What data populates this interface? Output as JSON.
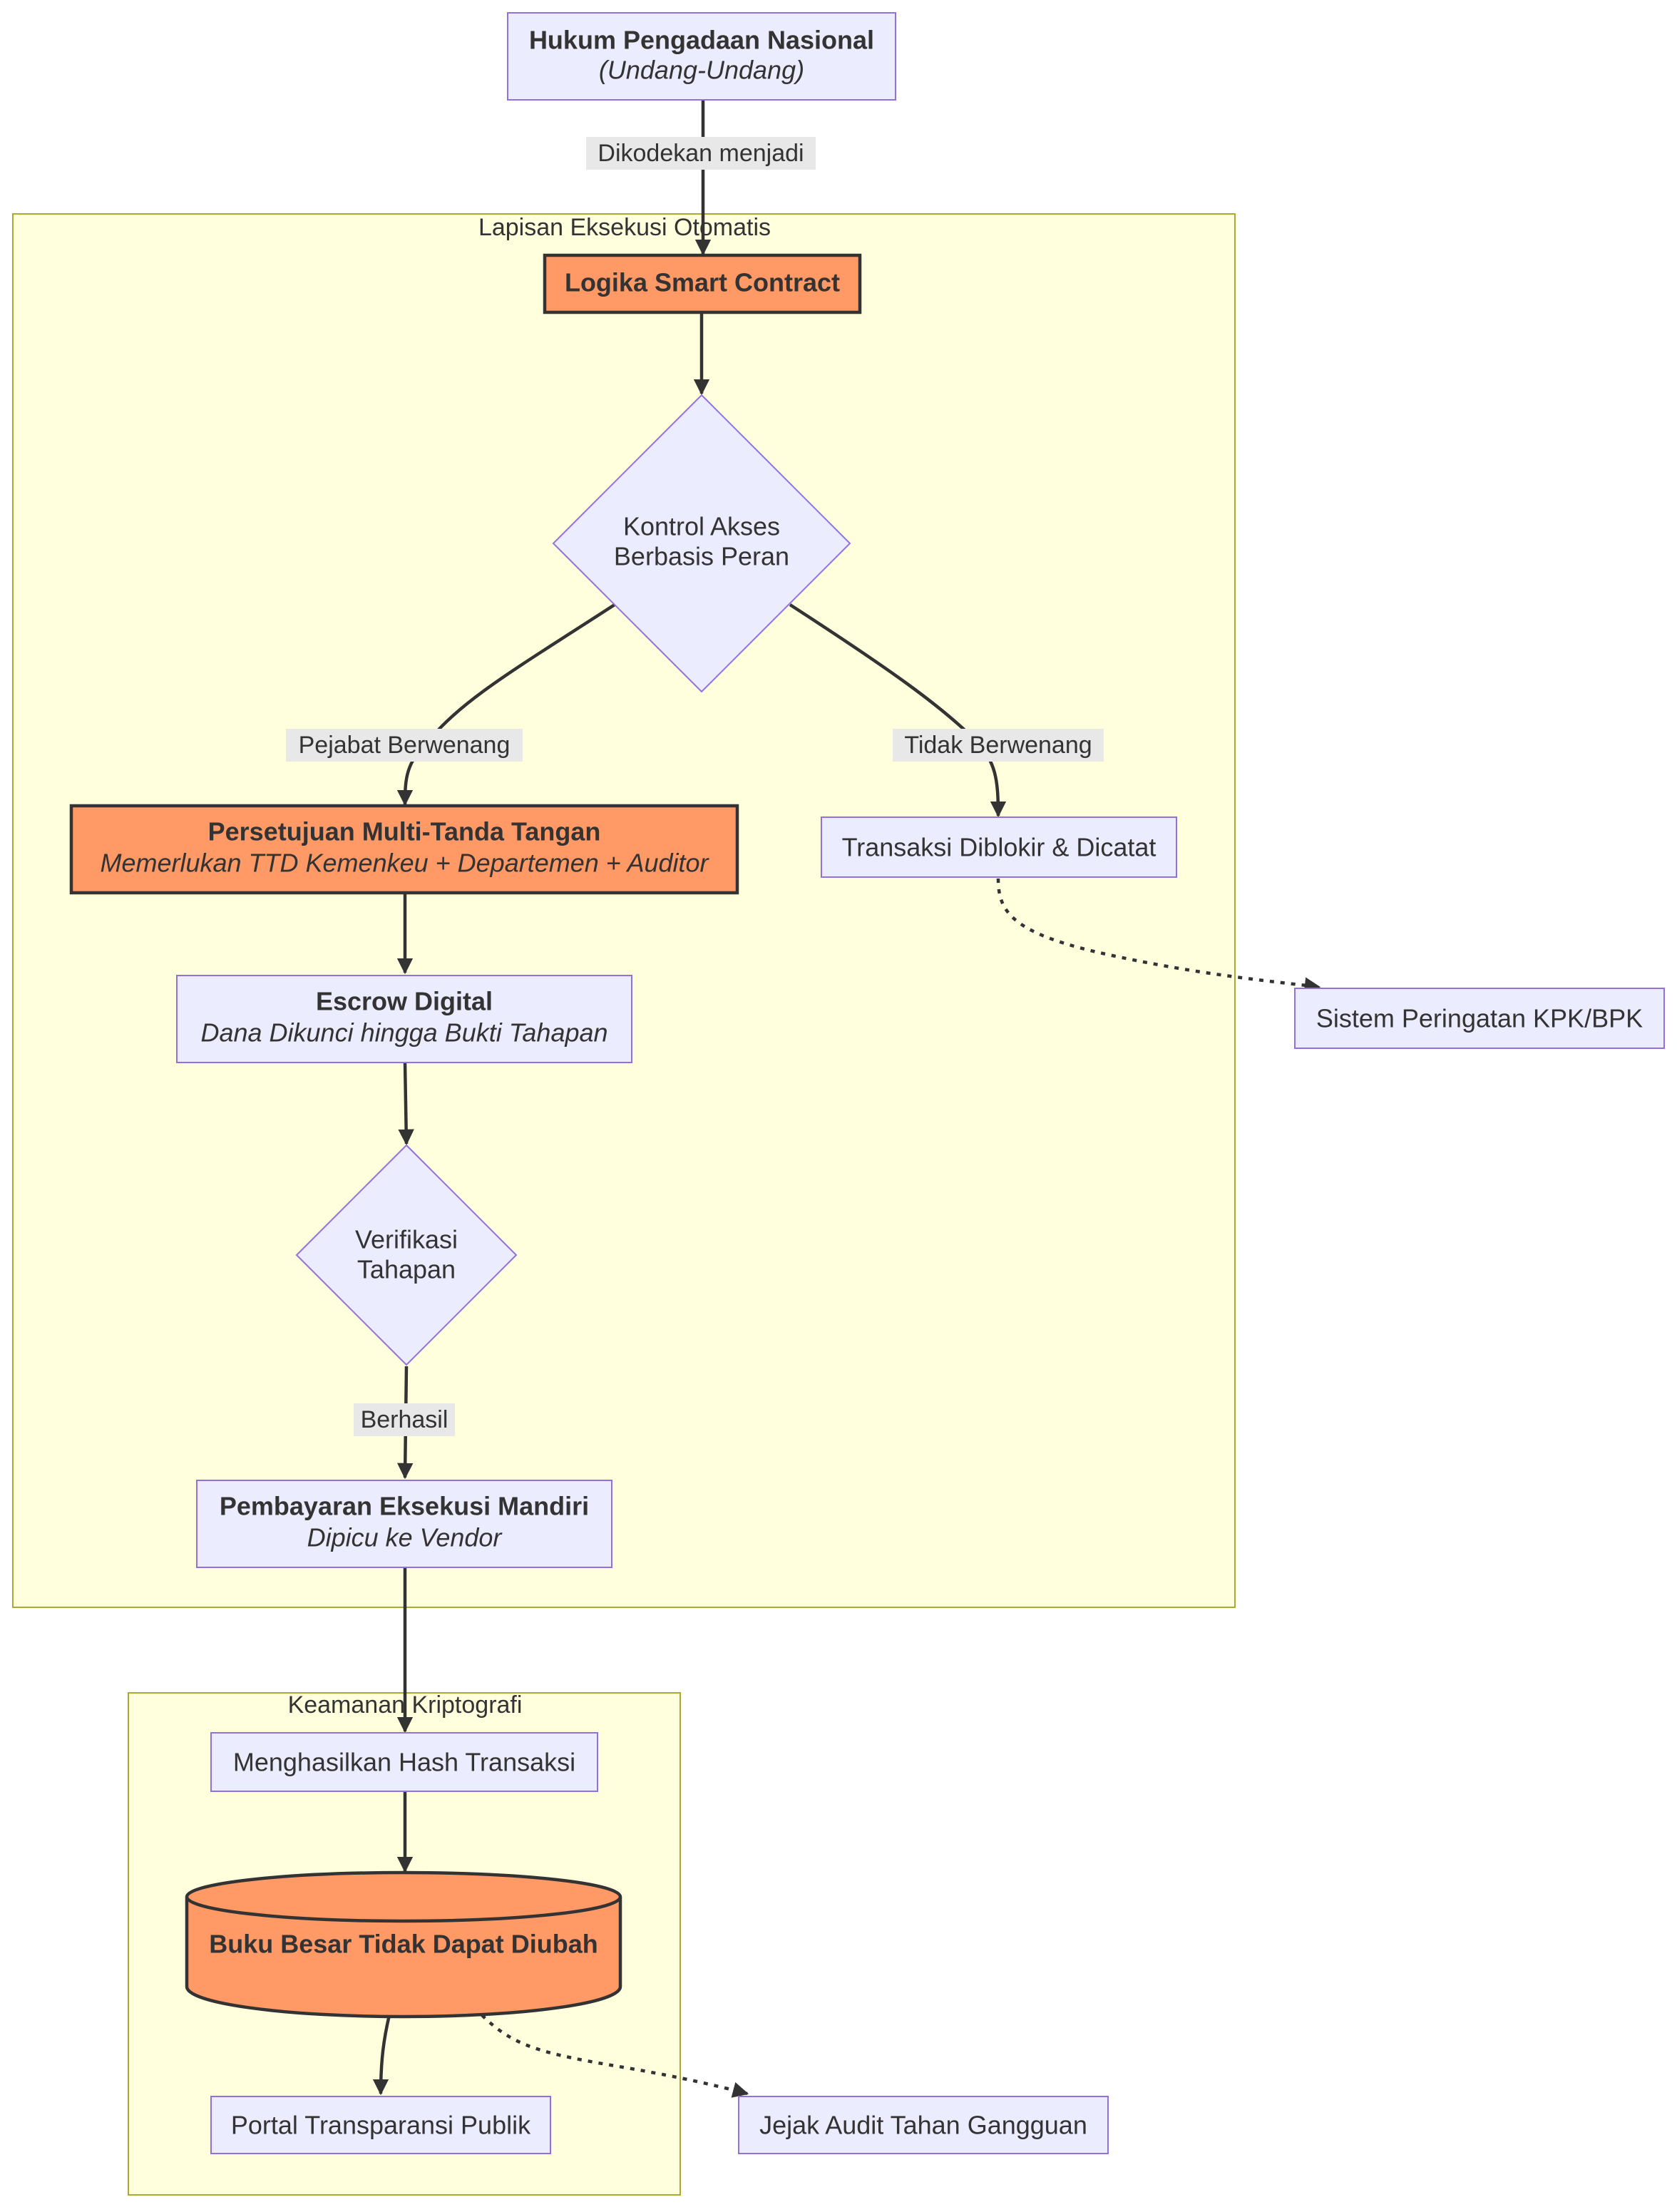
{
  "colors": {
    "node_fill": "#ececff",
    "node_stroke": "#9370db",
    "accent_fill": "#ff9966",
    "subgraph_fill": "#ffffde",
    "subgraph_stroke": "#aaaa33",
    "edge": "#333333",
    "edge_label_bg": "#e8e8e8"
  },
  "subgraphs": {
    "execution": {
      "title": "Lapisan Eksekusi Otomatis"
    },
    "crypto": {
      "title": "Keamanan Kriptografi"
    }
  },
  "nodes": {
    "law": {
      "title": "Hukum Pengadaan Nasional",
      "subtitle": "(Undang-Undang)"
    },
    "smart_contract": {
      "title": "Logika Smart Contract"
    },
    "rbac": {
      "line1": "Kontrol Akses",
      "line2": "Berbasis Peran"
    },
    "multisig": {
      "title": "Persetujuan Multi-Tanda Tangan",
      "subtitle": "Memerlukan TTD Kemenkeu + Departemen + Auditor"
    },
    "blocked": {
      "label": "Transaksi Diblokir & Dicatat"
    },
    "alert": {
      "label": "Sistem Peringatan KPK/BPK"
    },
    "escrow": {
      "title": "Escrow Digital",
      "subtitle": "Dana Dikunci hingga Bukti Tahapan"
    },
    "milestone": {
      "line1": "Verifikasi",
      "line2": "Tahapan"
    },
    "payment": {
      "title": "Pembayaran Eksekusi Mandiri",
      "subtitle": "Dipicu ke Vendor"
    },
    "hash": {
      "label": "Menghasilkan Hash Transaksi"
    },
    "ledger": {
      "title": "Buku Besar Tidak Dapat Diubah"
    },
    "portal": {
      "label": "Portal Transparansi Publik"
    },
    "audit": {
      "label": "Jejak Audit Tahan Gangguan"
    }
  },
  "edges": {
    "law_to_contract": "Dikodekan menjadi",
    "authorized": "Pejabat Berwenang",
    "unauthorized": "Tidak Berwenang",
    "success": "Berhasil"
  }
}
